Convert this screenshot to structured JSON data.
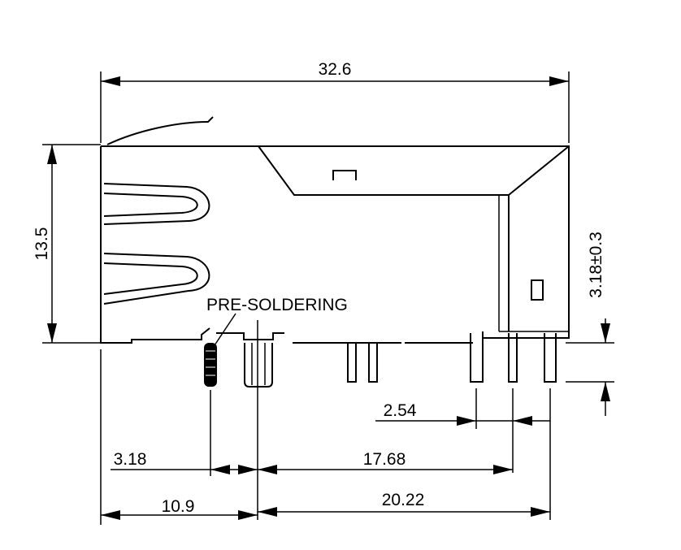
{
  "labels": {
    "overall_width": "32.6",
    "overall_height": "13.5",
    "pin_standoff": "3.18±0.3",
    "pre_soldering": "PRE-SOLDERING",
    "pin_pitch": "2.54",
    "offset_pre_solder": "3.18",
    "span_center_pins": "17.68",
    "offset_left_pin": "10.9",
    "span_outer_pins": "20.22"
  },
  "colors": {
    "ink": "#000000",
    "background": "#ffffff"
  }
}
